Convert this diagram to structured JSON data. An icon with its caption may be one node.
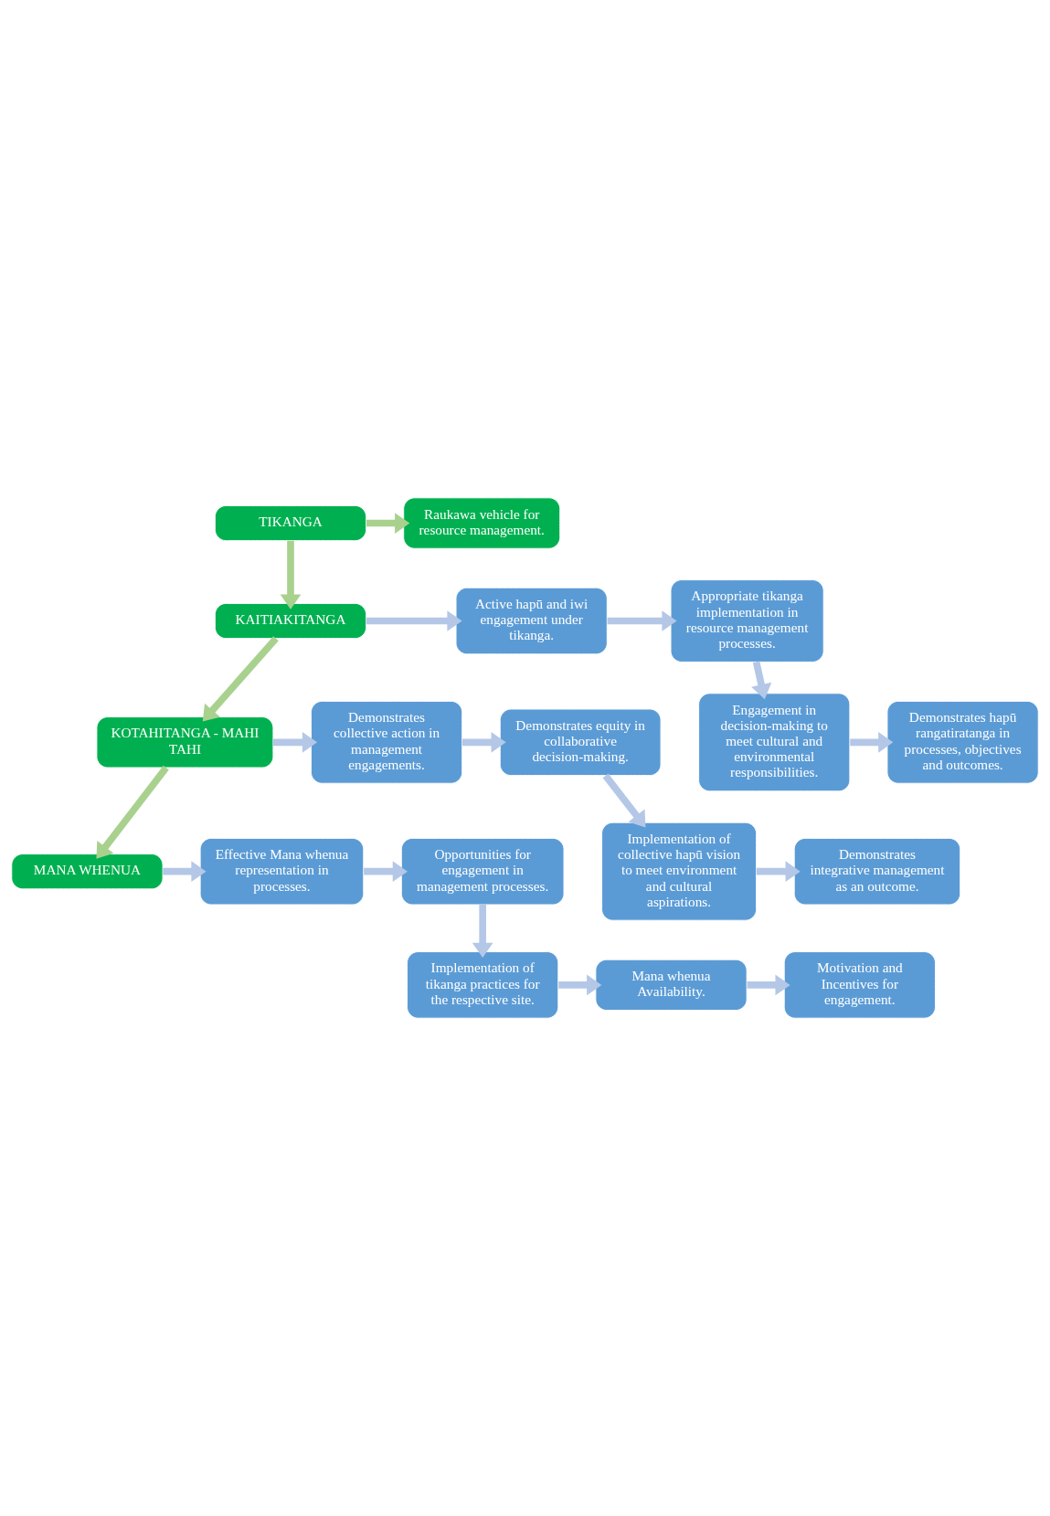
{
  "diagram": {
    "nodes": [
      {
        "text": [
          "TIKANGA"
        ]
      },
      {
        "text": [
          "Raukawa vehicle for resource management."
        ]
      },
      {
        "text": [
          "KAITIAKITANGA"
        ]
      },
      {
        "text": [
          "Active hapū and iwi engagement under tikanga."
        ]
      },
      {
        "text": [
          "Appropriate tikanga implementation in resource management processes."
        ]
      },
      {
        "text": [
          "Demonstrates hapū rangatiratanga in processes, objectives and outcomes."
        ]
      },
      {
        "text": [
          "Engagement in decision-making to meet cultural and environmental responsibilities."
        ]
      },
      {
        "text": [
          "KOTAHITANGA - MAHI TAHI"
        ]
      },
      {
        "text": [
          "Demonstrates collective action in management engagements."
        ]
      },
      {
        "text": [
          "Demonstrates equity in collaborative decision-making."
        ]
      },
      {
        "text": [
          "Demonstrates integrative management as an outcome."
        ]
      },
      {
        "text": [
          "Implementation of collective hapū vision to meet environment and cultural aspirations."
        ]
      },
      {
        "text": [
          "MANA WHENUA"
        ]
      },
      {
        "text": [
          "Effective Mana whenua representation in processes."
        ]
      },
      {
        "text": [
          "Opportunities for engagement in management processes."
        ]
      },
      {
        "text": [
          "Motivation and Incentives for engagement."
        ]
      },
      {
        "text": [
          "Mana whenua Availability."
        ]
      },
      {
        "text": [
          "Implementation of tikanga practices for the respective site."
        ]
      }
    ],
    "edges": [
      {
        "from": 0,
        "to": 1,
        "arrow": "to",
        "color": "#a9d18e"
      },
      {
        "from": 0,
        "to": 2,
        "arrow": "to",
        "color": "#a9d18e"
      },
      {
        "from": 2,
        "to": 3,
        "arrow": "to"
      },
      {
        "from": 3,
        "to": 4,
        "arrow": "to"
      },
      {
        "from": 4,
        "to": 6,
        "arrow": "to"
      },
      {
        "from": 6,
        "to": 5,
        "arrow": "to"
      },
      {
        "from": 2,
        "to": 7,
        "arrow": "to",
        "color": "#a9d18e"
      },
      {
        "from": 7,
        "to": 8,
        "arrow": "to"
      },
      {
        "from": 8,
        "to": 9,
        "arrow": "to"
      },
      {
        "from": 9,
        "to": 11,
        "arrow": "to"
      },
      {
        "from": 11,
        "to": 10,
        "arrow": "to"
      },
      {
        "from": 7,
        "to": 12,
        "arrow": "to",
        "color": "#a9d18e"
      },
      {
        "from": 12,
        "to": 13,
        "arrow": "to"
      },
      {
        "from": 13,
        "to": 14,
        "arrow": "to"
      },
      {
        "from": 14,
        "to": 17,
        "arrow": "to"
      },
      {
        "from": 17,
        "to": 16,
        "arrow": "to"
      },
      {
        "from": 16,
        "to": 15,
        "arrow": "to"
      }
    ]
  }
}
